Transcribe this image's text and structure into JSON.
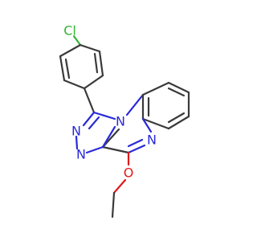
{
  "molecule": {
    "colors": {
      "carbon": "#3a3a3a",
      "nitrogen": "#2a2ad8",
      "chlorine": "#32b432",
      "oxygen": "#e01a1a"
    },
    "labels": {
      "cl": "Cl",
      "n_bridge": "N",
      "n_triazole_1": "N",
      "n_triazole_2": "N",
      "n_pyrazine": "N",
      "o_ether": "O"
    }
  }
}
